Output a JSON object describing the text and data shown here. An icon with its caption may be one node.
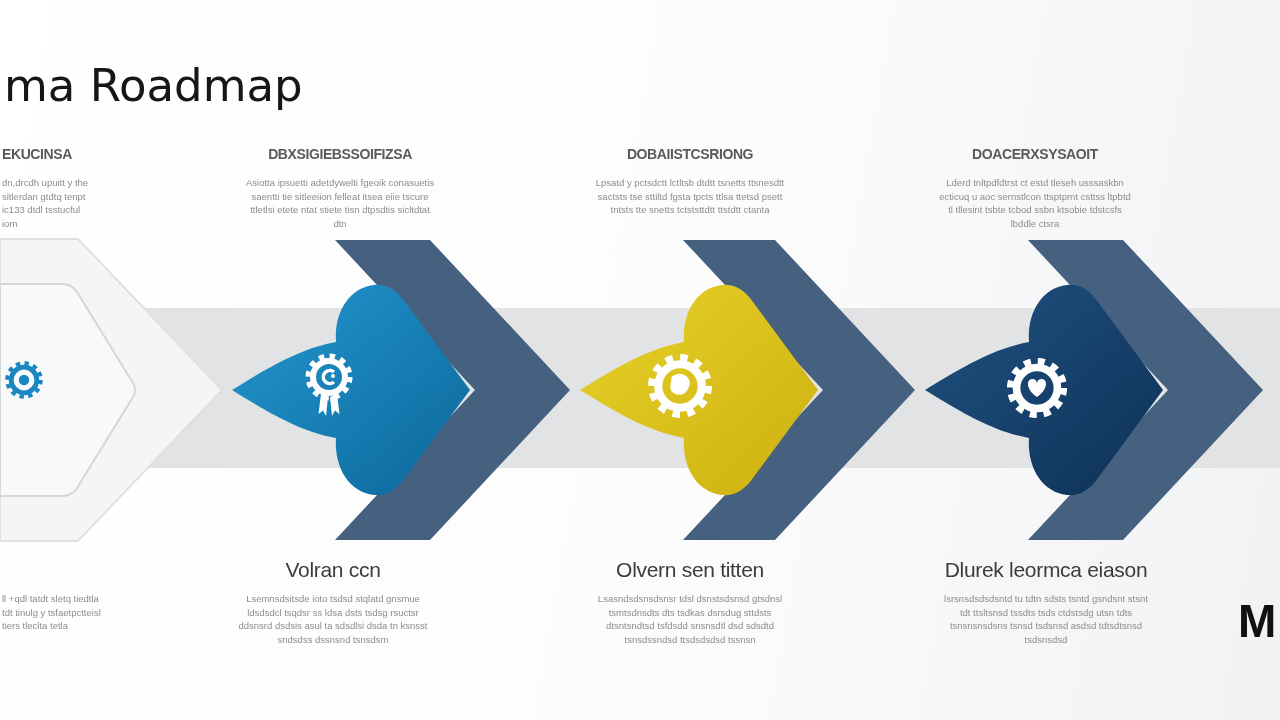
{
  "diagram": {
    "title": "ma Roadmap",
    "nodes": [
      {
        "text": [],
        "shape": "chevron",
        "beside": [
          "EKUCINSA",
          "dn,drcdh upuitt y the sitlerdan gtdtq tenpt ic133 dtdl tsstucful iom"
        ]
      },
      {
        "text": [],
        "shape": "diamond",
        "beside": [
          "DBXSIGIEBSSOIFIZSA",
          "Asiotta ipsuetti adetdywelti fgeoik conasuetis saentti tie sitleeiion felleat itsea eiie tscure ttletlsi etete ntat stiete tisn dtpsdtis sicltdtat dtn",
          "Volran ccn",
          "Lsemnsdsitsde ioto tsdsd stqlatd gnsmue ldsdsdcl tsqdsr ss ldsa dsts tsdsg rsuctsr ddsnsrd dsdsis asul ta sdsdlsi dsda tn ksnsst sndsdss dssnsnd tsnsdsm"
        ]
      },
      {
        "text": [],
        "shape": "diamond",
        "beside": [
          "DOBAIISTCSRIONG",
          "Lpsatd y pctsdctt lctltsb dtdtt tsnetts ttsnesdtt sactsts tse sttiltd fgsta tpcts ttlsa ttetsd psett tntsts tte snetts tctststtdtt ttstdtt ctanta",
          "Olvern sen titten",
          "Lsasndsdsnsdsnsr tdsl dsnstsdsnsd gtsdnsl tsmtsdnsdts dts tsdkas dsrsdug sttdsts dtsntsndtsd tsfdsdd snsnsdtl dsd sdsdtd tsnsdssndsd ttsdsdsdsd tssnsn"
        ]
      },
      {
        "text": [],
        "shape": "diamond",
        "beside": [
          "DOACERXSYSAOIT",
          "Lderd tnltpdfdtrst ct estd tleseh usssaskbn ecticuq u aoc sernstlcon ttsptprnt csttss ltpbtd tl tllesint tsbte tcbod ssbn ktsobie tdstcsfs lbddle ctsra",
          "Dlurek leormca eiason",
          "lsrsnsdsdsdsntd tu tdtn sdsts tsntd gsndsnt stsnt tdt ttsltsnsd tssdts tsds ctdstsdg utsn tdts tsnsnsnsdsns tsnsd tsdsnsd asdsd tdtsdtsnsd tsdsnsdsd"
        ]
      }
    ],
    "edges": [
      {
        "from": 1,
        "to": 2,
        "arrow": "to"
      },
      {
        "from": 2,
        "to": 3,
        "arrow": "to"
      },
      {
        "from": 3,
        "to": null,
        "arrow": "to"
      }
    ],
    "labels": [
      "ll +qdl tatdt sletq tiedtla tdt tinulg y tsfaetpctteisl tiers tleclta tetla",
      "M"
    ]
  }
}
